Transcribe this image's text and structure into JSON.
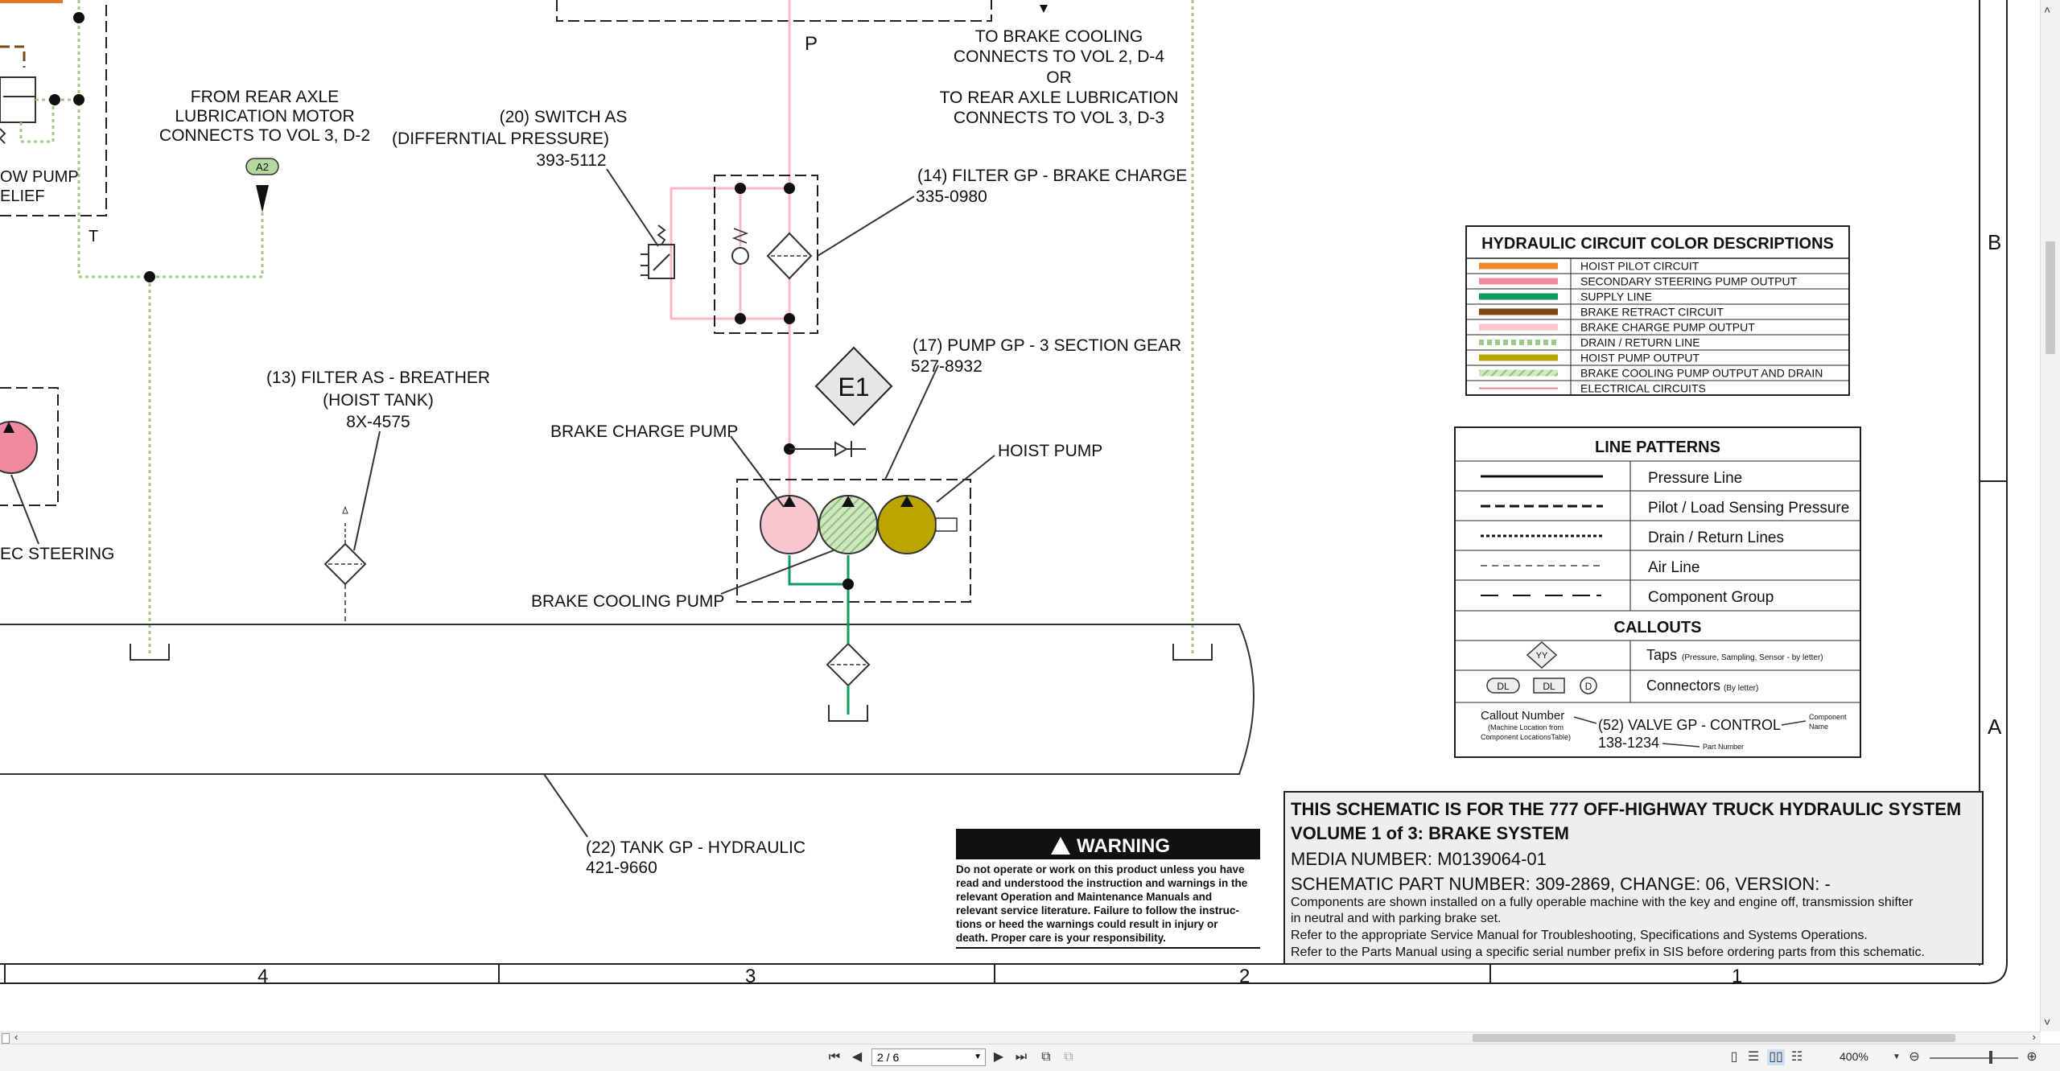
{
  "schematic": {
    "labels": {
      "p_port": "P",
      "t_port": "T",
      "to_brake_cooling_1": "TO BRAKE COOLING",
      "to_brake_cooling_2": "CONNECTS TO VOL 2, D-4",
      "or": "OR",
      "to_rear_axle_1": "TO REAR AXLE LUBRICATION",
      "to_rear_axle_2": "CONNECTS TO VOL 3, D-3",
      "from_rear_1": "FROM REAR AXLE",
      "from_rear_2": "LUBRICATION MOTOR",
      "from_rear_3": "CONNECTS TO VOL 3, D-2",
      "connector_a2": "A2",
      "ow_pump": "OW PUMP",
      "elief": "ELIEF",
      "switch_1": "(20) SWITCH AS",
      "switch_2": "(DIFFERNTIAL PRESSURE)",
      "switch_3": "393-5112",
      "filter_brake_1": "(14) FILTER GP - BRAKE CHARGE",
      "filter_brake_2": "335-0980",
      "pump_1": "(17) PUMP GP - 3 SECTION GEAR",
      "pump_2": "527-8932",
      "e1": "E1",
      "breather_1": "(13) FILTER AS  - BREATHER",
      "breather_2": "(HOIST TANK)",
      "breather_3": "8X-4575",
      "brake_charge_pump": "BRAKE CHARGE PUMP",
      "hoist_pump": "HOIST PUMP",
      "brake_cooling_pump": "BRAKE COOLING PUMP",
      "ec_steering": "EC STEERING",
      "tank_1": "(22) TANK GP - HYDRAULIC",
      "tank_2": "421-9660"
    },
    "grid": {
      "cols": [
        "4",
        "3",
        "2",
        "1"
      ],
      "rows": [
        "B",
        "A"
      ]
    },
    "colors": {
      "pink": "#f4a6b6",
      "light_pink": "#f9c5ce",
      "green": "#0f9b5b",
      "drain_green": "#9cc78a",
      "olive": "#bba600",
      "orange": "#f0892a",
      "brown": "#7a4a14",
      "accent": "#e5792a"
    }
  },
  "color_legend": {
    "title": "HYDRAULIC CIRCUIT COLOR DESCRIPTIONS",
    "items": [
      {
        "label": "HOIST PILOT CIRCUIT",
        "color": "#f0892a",
        "style": "solid"
      },
      {
        "label": "SECONDARY STEERING PUMP OUTPUT",
        "color": "#f08a9e",
        "style": "solid"
      },
      {
        "label": "SUPPLY LINE",
        "color": "#0f9b5b",
        "style": "solid"
      },
      {
        "label": "BRAKE RETRACT CIRCUIT",
        "color": "#7a4a14",
        "style": "solid"
      },
      {
        "label": "BRAKE CHARGE PUMP OUTPUT",
        "color": "#f9c5ce",
        "style": "solid"
      },
      {
        "label": "DRAIN / RETURN LINE",
        "color": "#9cc78a",
        "style": "dotted"
      },
      {
        "label": "HOIST PUMP OUTPUT",
        "color": "#bba600",
        "style": "solid"
      },
      {
        "label": "BRAKE COOLING PUMP OUTPUT AND DRAIN",
        "color": "#b9d8a6",
        "style": "hatched"
      },
      {
        "label": "ELECTRICAL CIRCUITS",
        "color": "#f07a8e",
        "style": "thin"
      }
    ]
  },
  "line_patterns": {
    "title": "LINE PATTERNS",
    "items": [
      {
        "label": "Pressure Line"
      },
      {
        "label": "Pilot / Load Sensing Pressure"
      },
      {
        "label": "Drain / Return Lines"
      },
      {
        "label": "Air Line"
      },
      {
        "label": "Component Group"
      }
    ],
    "callouts_title": "CALLOUTS",
    "taps_symbol": "YY",
    "taps_label": "Taps",
    "taps_note": "(Pressure, Sampling, Sensor - by letter)",
    "dl1": "DL",
    "dl2": "DL",
    "d": "D",
    "connectors_label": "Connectors",
    "connectors_note": "(By letter)",
    "callout_number": "Callout Number",
    "callout_location_1": "(Machine Location from",
    "callout_location_2": "Component LocationsTable)",
    "example_name": "(52) VALVE GP - CONTROL",
    "example_part": "138-1234",
    "component_name_1": "Component",
    "component_name_2": "Name",
    "part_number": "Part Number"
  },
  "warning": {
    "title": "WARNING",
    "lines": [
      "Do not operate or work on this product unless you have",
      "read and understood the instruction and warnings in the",
      "relevant  Operation  and  Maintenance  Manuals  and",
      "relevant service literature. Failure to follow the instruc-",
      "tions  or  heed  the  warnings  could  result  in  injury  or",
      "death. Proper care is your responsibility."
    ]
  },
  "title_block": {
    "line1": "THIS SCHEMATIC IS FOR THE 777 OFF-HIGHWAY TRUCK HYDRAULIC SYSTEM",
    "line2": "VOLUME 1 of 3: BRAKE SYSTEM",
    "media": "MEDIA NUMBER: M0139064-01",
    "part": "SCHEMATIC PART NUMBER: 309-2869, CHANGE: 06, VERSION: -",
    "note1": "Components are shown installed on a fully operable machine with the key and engine off, transmission shifter",
    "note2": "in neutral and with parking brake set.",
    "note3": "Refer to the appropriate Service Manual for Troubleshooting, Specifications and Systems Operations.",
    "note4": "Refer to the Parts Manual using a specific serial number prefix in SIS before ordering parts from this schematic."
  },
  "toolbar": {
    "page_value": "2 / 6",
    "zoom": "400%"
  }
}
